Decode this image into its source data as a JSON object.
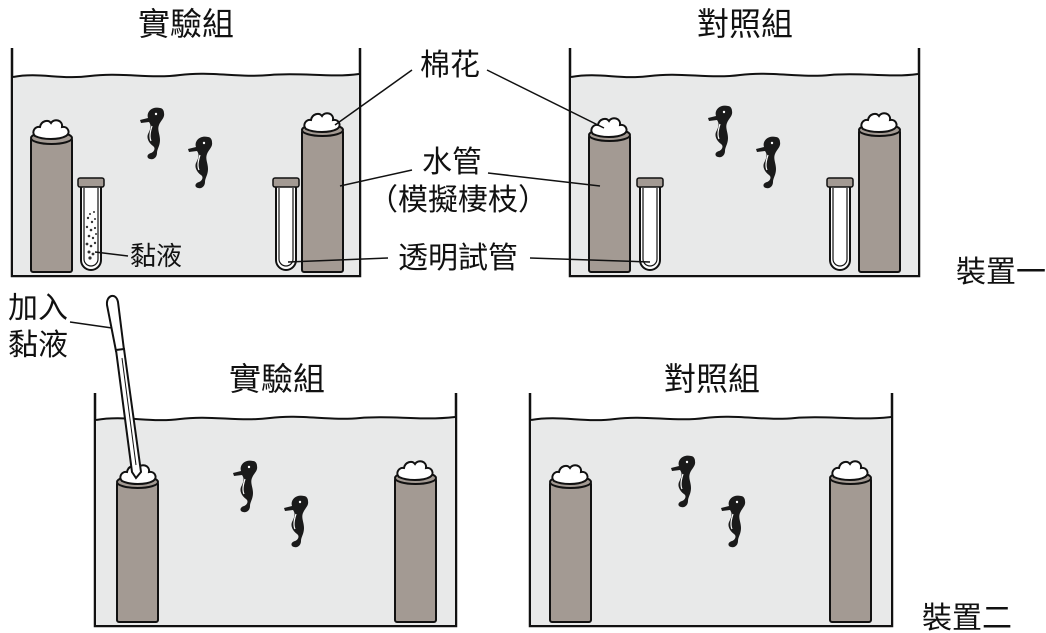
{
  "setup1": {
    "label": "裝置一",
    "experimental_title": "實驗組",
    "control_title": "對照組"
  },
  "setup2": {
    "label": "裝置二",
    "experimental_title": "實驗組",
    "control_title": "對照組"
  },
  "callouts": {
    "cotton": "棉花",
    "water_pipe": "水管",
    "simulated_branch": "（模擬棲枝）",
    "transparent_tube": "透明試管",
    "mucus": "黏液",
    "add_mucus_line1": "加入",
    "add_mucus_line2": "黏液"
  },
  "colors": {
    "water": "#e8e9e9",
    "pipe": "#a39a93",
    "stroke": "#111111",
    "cotton": "#ffffff",
    "tube": "#ffffff"
  },
  "icons": [
    "seahorse-icon",
    "cotton-icon",
    "pipe-icon",
    "test-tube-icon",
    "dropper-icon"
  ]
}
